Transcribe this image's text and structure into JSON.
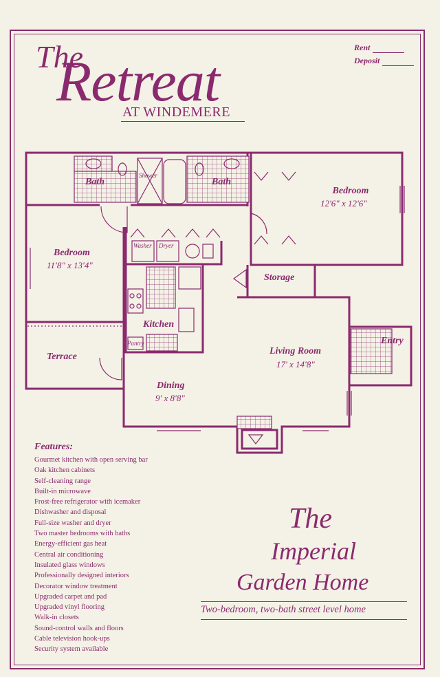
{
  "title": {
    "the": "The",
    "main": "Retreat",
    "subtitle": "AT WINDEMERE"
  },
  "rental": {
    "rent_label": "Rent",
    "deposit_label": "Deposit"
  },
  "rooms": {
    "bath_left": "Bath",
    "shower": "Shower",
    "bath_right": "Bath",
    "bedroom_right": "Bedroom",
    "bedroom_right_dim": "12'6\" x 12'6\"",
    "bedroom_left": "Bedroom",
    "bedroom_left_dim": "11'8\" x 13'4\"",
    "washer": "Washer",
    "dryer": "Dryer",
    "storage": "Storage",
    "kitchen": "Kitchen",
    "pantry": "Pantry",
    "terrace": "Terrace",
    "living": "Living Room",
    "living_dim": "17' x 14'8\"",
    "entry": "Entry",
    "dining": "Dining",
    "dining_dim": "9' x 8'8\""
  },
  "features": {
    "title": "Features:",
    "items": [
      "Gourmet kitchen with open serving bar",
      "Oak kitchen cabinets",
      "Self-cleaning range",
      "Built-in microwave",
      "Frost-free refrigerator with icemaker",
      "Dishwasher and disposal",
      "Full-size washer and dryer",
      "Two master bedrooms with baths",
      "Energy-efficient gas heat",
      "Central air conditioning",
      "Insulated glass windows",
      "Professionally designed interiors",
      "Decorator window treatment",
      "Upgraded carpet and pad",
      "Upgraded vinyl flooring",
      "Walk-in closets",
      "Sound-control walls and floors",
      "Cable television hook-ups",
      "Security system available"
    ]
  },
  "model": {
    "line1": "The",
    "line2": "Imperial",
    "line3": "Garden Home",
    "tagline": "Two-bedroom, two-bath street level home"
  },
  "colors": {
    "accent": "#8a2a6e",
    "paper": "#f4f1e6"
  }
}
